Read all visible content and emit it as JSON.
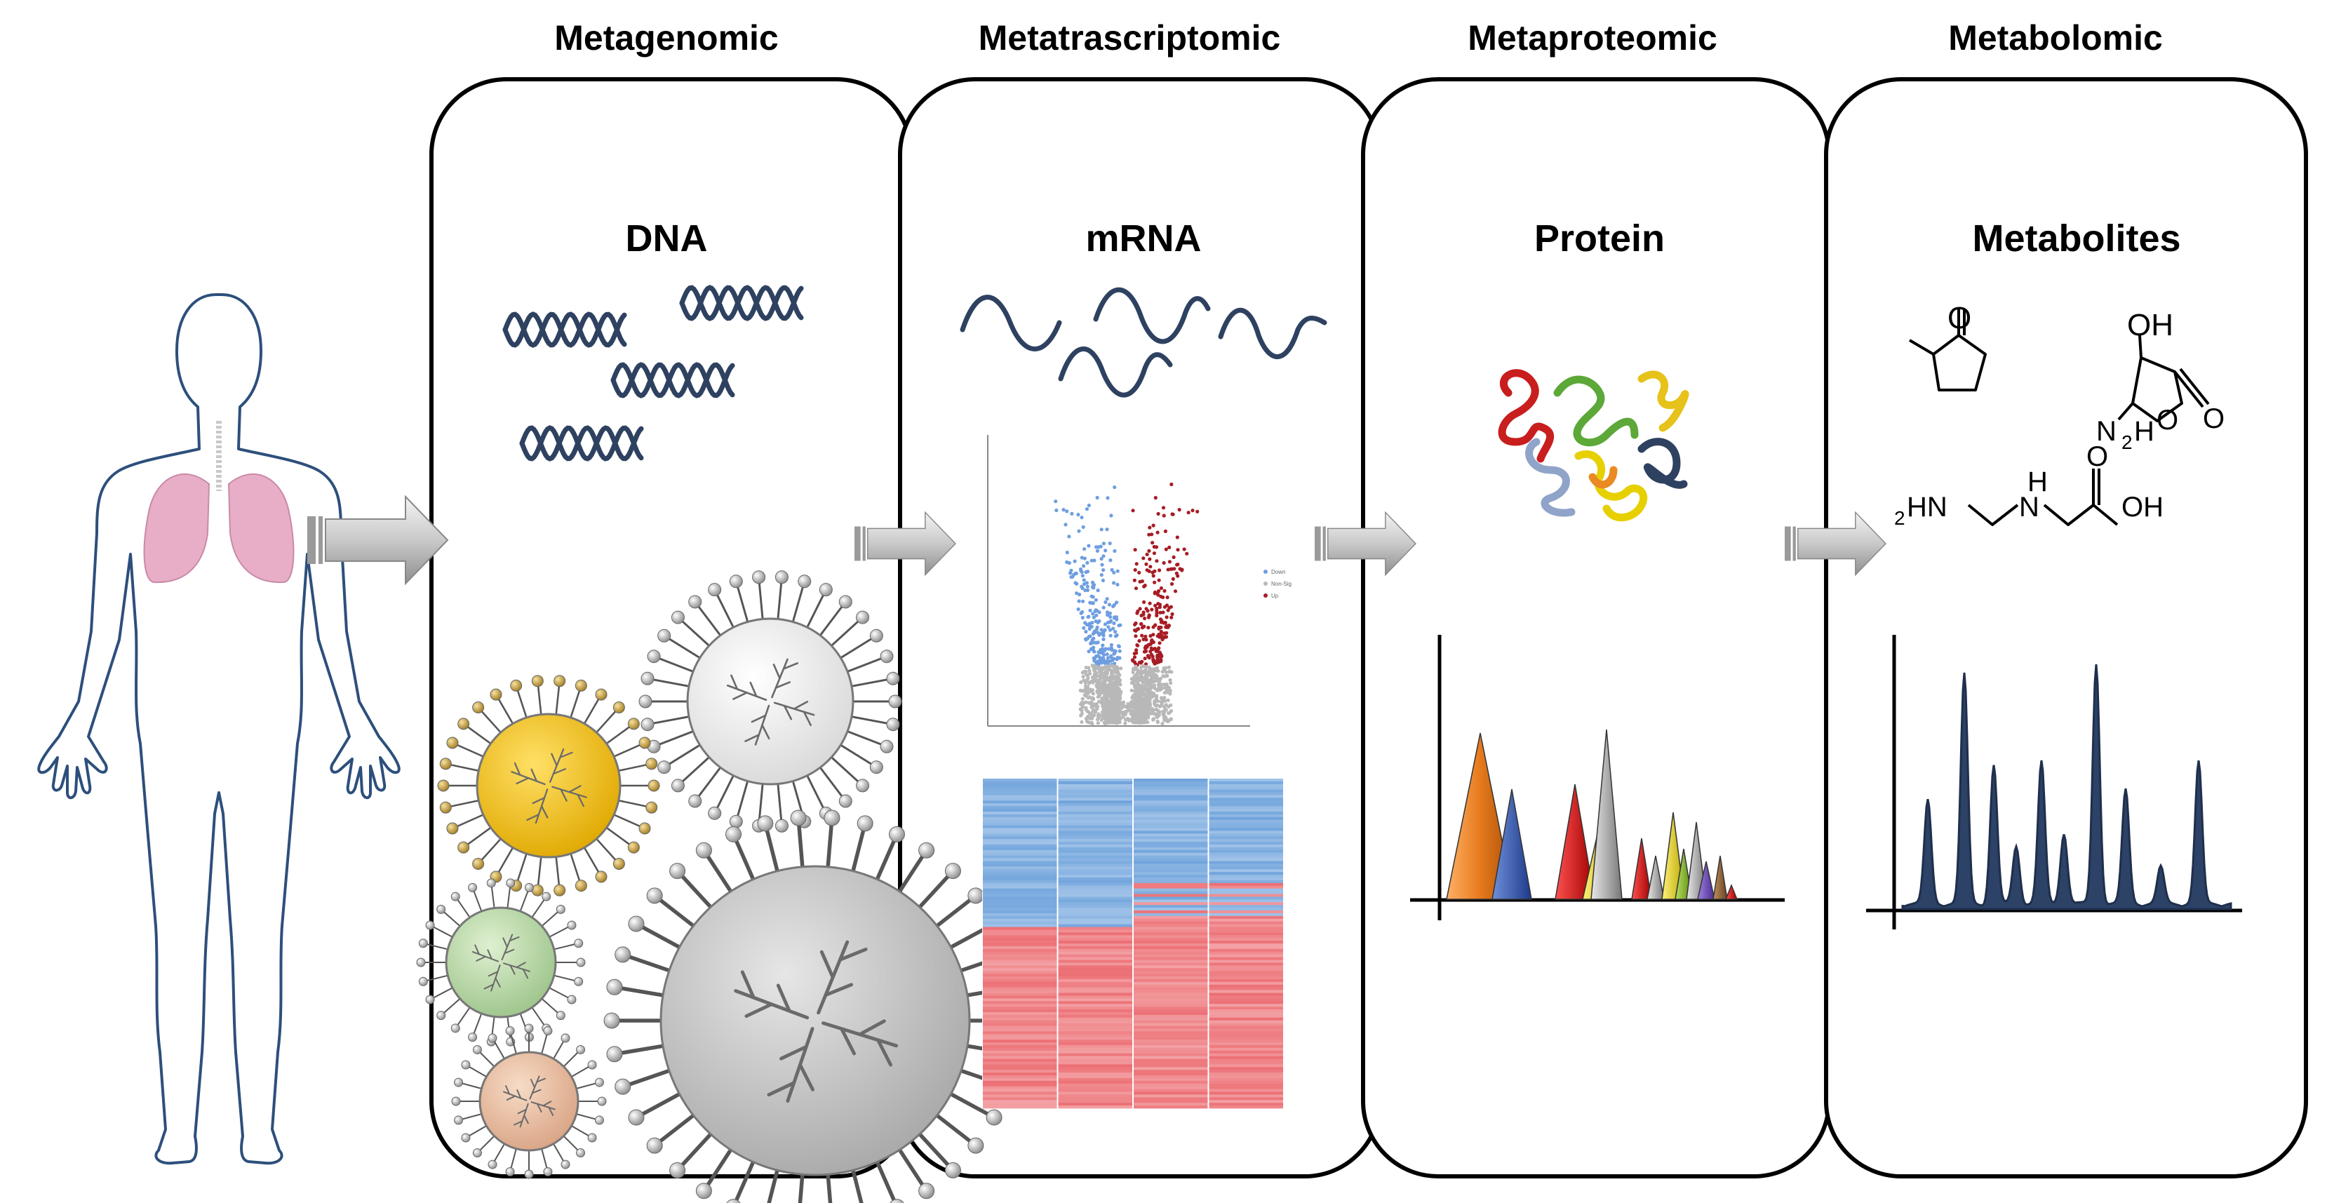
{
  "stages": [
    {
      "id": "metagenomic",
      "title": "Metagenomic",
      "label": "DNA"
    },
    {
      "id": "metatranscriptomic",
      "title": "Metatrascriptomic",
      "label": "mRNA"
    },
    {
      "id": "metaproteomic",
      "title": "Metaproteomic",
      "label": "Protein"
    },
    {
      "id": "metabolomic",
      "title": "Metabolomic",
      "label": "Metabolites"
    }
  ],
  "molecules": {
    "ketone_o": "O",
    "oh": "OH",
    "o_ring": "O",
    "o_exo": "O",
    "nh2_sub": "N",
    "nh2_h": "H",
    "nh2_2": "2",
    "chain_h": "H",
    "chain_o": "O",
    "chain_sub": "2",
    "chain_hn": "HN",
    "chain_n": "N",
    "chain_oh": "OH"
  },
  "volcano": {
    "legend": [
      "Down",
      "Non-Sig",
      "Up"
    ]
  },
  "colors": {
    "dna": "#2e4160",
    "down": "#6f9ee0",
    "up": "#a61d24",
    "nonsig": "#b8b8b8",
    "heat_blue": "#6fa3dc",
    "heat_red": "#ec6f74",
    "metab_peak": "#2c4266",
    "lung": "#e8aec8",
    "body_outline": "#2d4f7c"
  },
  "icons": [
    "human-body",
    "lungs",
    "arrow-right",
    "dna-helix",
    "mrna-strand",
    "virus",
    "protein-fold",
    "volcano-plot",
    "heatmap",
    "mass-spectrum",
    "chromatogram"
  ]
}
